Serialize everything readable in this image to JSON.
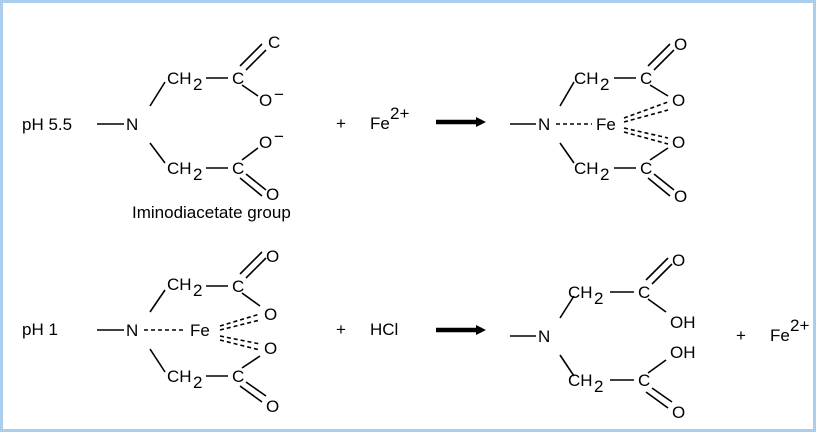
{
  "reactions": [
    {
      "condition": "pH 5.5",
      "reactant_plus": "+",
      "reactant_ion": "Fe",
      "reactant_ion_charge": "2+",
      "reactant_label": "Iminodiacetate group"
    },
    {
      "condition": "pH 1",
      "reactant_plus": "+",
      "reagent": "HCl",
      "product_plus": "+",
      "product_ion": "Fe",
      "product_ion_charge": "2+"
    }
  ],
  "atoms": {
    "N": "N",
    "C": "C",
    "O": "O",
    "CH": "CH",
    "sub2": "2",
    "minus": "−",
    "OH": "OH",
    "Fe": "Fe"
  },
  "colors": {
    "border": "#a9cdea",
    "ink": "#000000"
  }
}
